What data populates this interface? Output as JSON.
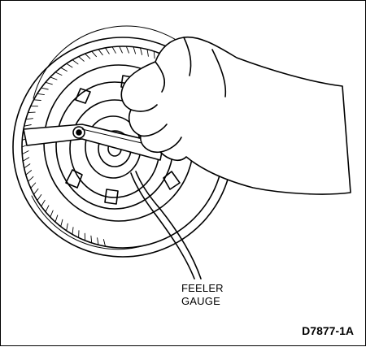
{
  "callout": {
    "line1": "FEELER",
    "line2": "GAUGE"
  },
  "figure_code": "D7877-1A",
  "colors": {
    "ink": "#000000",
    "paper": "#ffffff"
  }
}
